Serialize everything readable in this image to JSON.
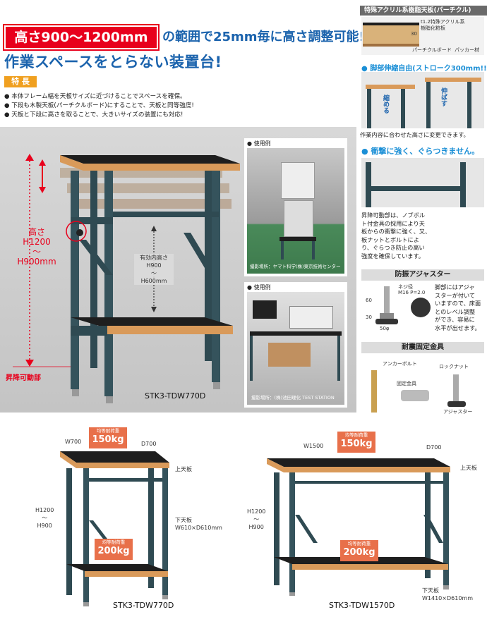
{
  "headline": {
    "box": "高さ900〜1200mm",
    "rest": "の範囲で25mm毎に高さ調整可能!!",
    "sub": "作業スペースをとらない装置台!"
  },
  "features": {
    "tag": "特 長",
    "items": [
      "本体フレーム幅を天板サイズに近づけることでスペースを確保。",
      "下段も木製天板(パーチクルボード)にすることで、天板と同等強度!",
      "天板と下段に高さを取ることで、大きいサイズの装置にも対応!"
    ]
  },
  "main": {
    "height_label": [
      "高さ",
      "H1200",
      "〜",
      "H900mm"
    ],
    "inner_label": [
      "有効内高さ",
      "H900",
      "〜",
      "H600mm"
    ],
    "lift_label": "昇降可動部",
    "model": "STK3-TDW770D"
  },
  "examples": {
    "tag": "使用例",
    "caption1": "撮影場所：ヤマト科学(株)東京技術センター",
    "caption2": "撮影場所：(株)池田理化 TEST STATION"
  },
  "right": {
    "top_head": "特殊アクリル系樹脂天板(パーチクル)",
    "top_labels": [
      "t1.2特殊アクリル系",
      "樹脂化粧板",
      "30",
      "パーチクルボード",
      "パッカー材"
    ],
    "leg_head": "脚部伸縮自由(ストローク300mm!!)",
    "shrink": "縮める",
    "extend": "伸ばす",
    "leg_note": "作業内容に合わせた高さに変更できます。",
    "impact_head": "衝撃に強く、ぐらつきません。",
    "impact_note": [
      "昇降可動部は、ノブボル",
      "ト付金具の採用により天",
      "板からの衝撃に強く、又、",
      "板ナットとボルトによ",
      "り、ぐらつき防止の高い",
      "強度を確保しています。"
    ],
    "adjuster_head": "防振アジャスター",
    "adjuster_dims": [
      "60",
      "30",
      "50φ",
      "ネジ径",
      "M16 P=2.0"
    ],
    "adjuster_note": [
      "脚部にはアジャ",
      "スターが付いて",
      "いますので、床面",
      "とのレベル調整",
      "ができ、容易に",
      "水平が出せます。"
    ],
    "seismic_head": "耐震固定金具",
    "seismic_labels": [
      "アンカーボルト",
      "ロックナット",
      "固定金具",
      "アジャスター"
    ]
  },
  "bottom_left": {
    "w": "W700",
    "d": "D700",
    "load_top": "均等耐荷重",
    "load_top_val": "150kg",
    "top_label": "上天板",
    "h1": "H1200",
    "h2": "〜",
    "h3": "H900",
    "low_label": "下天板",
    "low_dim": "W610×D610mm",
    "load_low": "均等耐荷重",
    "load_low_val": "200kg",
    "model": "STK3-TDW770D"
  },
  "bottom_right": {
    "w": "W1500",
    "d": "D700",
    "load_top": "均等耐荷重",
    "load_top_val": "150kg",
    "top_label": "上天板",
    "h1": "H1200",
    "h2": "〜",
    "h3": "H900",
    "low_label": "下天板",
    "low_dim": "W1410×D610mm",
    "load_low": "均等耐荷重",
    "load_low_val": "200kg",
    "model": "STK3-TDW1570D"
  },
  "colors": {
    "red": "#e8001c",
    "blue": "#1b63ad",
    "frame": "#2f4a52",
    "wood": "#d99a5a",
    "top": "#1e1e1e",
    "orange": "#f0a020"
  }
}
